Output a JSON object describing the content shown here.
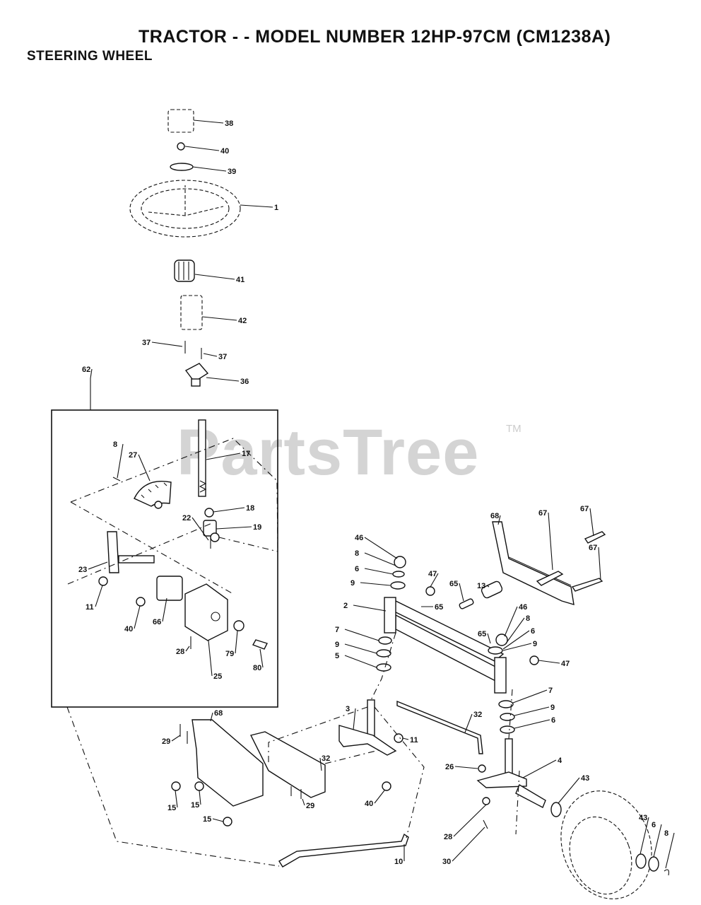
{
  "header": {
    "title": "TRACTOR - - MODEL NUMBER 12HP-97CM (CM1238A)",
    "section": "STEERING WHEEL"
  },
  "watermark": {
    "text": "PartsTree",
    "trademark": "TM"
  },
  "callouts": [
    {
      "id": "c38a",
      "text": "38"
    },
    {
      "id": "c40a",
      "text": "40"
    },
    {
      "id": "c39",
      "text": "39"
    },
    {
      "id": "c1",
      "text": "1"
    },
    {
      "id": "c41",
      "text": "41"
    },
    {
      "id": "c42",
      "text": "42"
    },
    {
      "id": "c37a",
      "text": "37"
    },
    {
      "id": "c37b",
      "text": "37"
    },
    {
      "id": "c36",
      "text": "36"
    },
    {
      "id": "c62",
      "text": "62"
    },
    {
      "id": "c17",
      "text": "17"
    },
    {
      "id": "c8a",
      "text": "8"
    },
    {
      "id": "c27",
      "text": "27"
    },
    {
      "id": "c18",
      "text": "18"
    },
    {
      "id": "c19",
      "text": "19"
    },
    {
      "id": "c22",
      "text": "22"
    },
    {
      "id": "c23",
      "text": "23"
    },
    {
      "id": "c11a",
      "text": "11"
    },
    {
      "id": "c40b",
      "text": "40"
    },
    {
      "id": "c66",
      "text": "66"
    },
    {
      "id": "c28a",
      "text": "28"
    },
    {
      "id": "c25",
      "text": "25"
    },
    {
      "id": "c79",
      "text": "79"
    },
    {
      "id": "c80",
      "text": "80"
    },
    {
      "id": "c68a",
      "text": "68"
    },
    {
      "id": "c67a",
      "text": "67"
    },
    {
      "id": "c67b",
      "text": "67"
    },
    {
      "id": "c67c",
      "text": "67"
    },
    {
      "id": "c46a",
      "text": "46"
    },
    {
      "id": "c8b",
      "text": "8"
    },
    {
      "id": "c6a",
      "text": "6"
    },
    {
      "id": "c9a",
      "text": "9"
    },
    {
      "id": "c47a",
      "text": "47"
    },
    {
      "id": "c13",
      "text": "13"
    },
    {
      "id": "c65a",
      "text": "65"
    },
    {
      "id": "c65b",
      "text": "65"
    },
    {
      "id": "c2",
      "text": "2"
    },
    {
      "id": "c46b",
      "text": "46"
    },
    {
      "id": "c8c",
      "text": "8"
    },
    {
      "id": "c6b",
      "text": "6"
    },
    {
      "id": "c65c",
      "text": "65"
    },
    {
      "id": "c9b",
      "text": "9"
    },
    {
      "id": "c7a",
      "text": "7"
    },
    {
      "id": "c9c",
      "text": "9"
    },
    {
      "id": "c5",
      "text": "5"
    },
    {
      "id": "c47b",
      "text": "47"
    },
    {
      "id": "c7b",
      "text": "7"
    },
    {
      "id": "c9d",
      "text": "9"
    },
    {
      "id": "c6c",
      "text": "6"
    },
    {
      "id": "c3",
      "text": "3"
    },
    {
      "id": "c32a",
      "text": "32"
    },
    {
      "id": "c68b",
      "text": "68"
    },
    {
      "id": "c29a",
      "text": "29"
    },
    {
      "id": "c11b",
      "text": "11"
    },
    {
      "id": "c32b",
      "text": "32"
    },
    {
      "id": "c26",
      "text": "26"
    },
    {
      "id": "c4",
      "text": "4"
    },
    {
      "id": "c43a",
      "text": "43"
    },
    {
      "id": "c15a",
      "text": "15"
    },
    {
      "id": "c15b",
      "text": "15"
    },
    {
      "id": "c29b",
      "text": "29"
    },
    {
      "id": "c40c",
      "text": "40"
    },
    {
      "id": "c15c",
      "text": "15"
    },
    {
      "id": "c28b",
      "text": "28"
    },
    {
      "id": "c43b",
      "text": "43"
    },
    {
      "id": "c6d",
      "text": "6"
    },
    {
      "id": "c8d",
      "text": "8"
    },
    {
      "id": "c30",
      "text": "30"
    },
    {
      "id": "c10",
      "text": "10"
    }
  ]
}
